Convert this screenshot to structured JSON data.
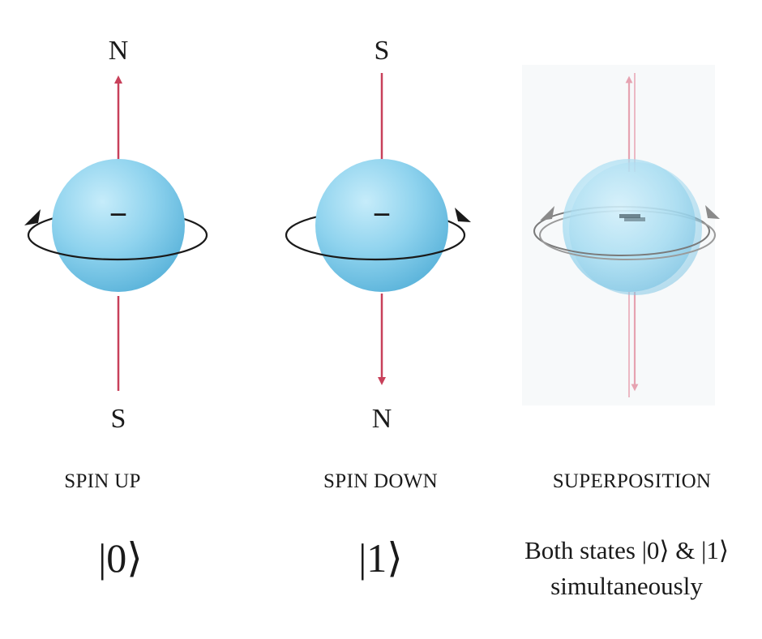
{
  "panels": [
    {
      "id": "spin-up",
      "top_pole": "N",
      "bottom_pole": "S",
      "charge": "−",
      "label": "SPIN UP",
      "ket": "|0⟩"
    },
    {
      "id": "spin-down",
      "top_pole": "S",
      "bottom_pole": "N",
      "charge": "−",
      "label": "SPIN DOWN",
      "ket": "|1⟩"
    },
    {
      "id": "superposition",
      "label": "SUPERPOSITION",
      "description_line1": "Both states |0⟩ & |1⟩",
      "description_line2": "simultaneously"
    }
  ],
  "colors": {
    "sphere": "#8fd3ee",
    "arrow": "#c8405a",
    "orbit": "#1a1a1a"
  }
}
